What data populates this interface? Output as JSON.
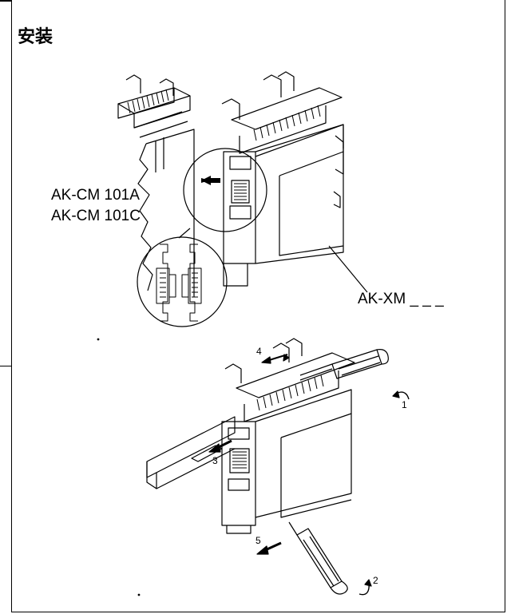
{
  "title": "安装",
  "labels": {
    "module_a": "AK-CM 101A",
    "module_c": "AK-CM 101C",
    "expansion": "AK-XM _ _ _"
  },
  "steps": [
    "1",
    "2",
    "3",
    "4",
    "5"
  ]
}
